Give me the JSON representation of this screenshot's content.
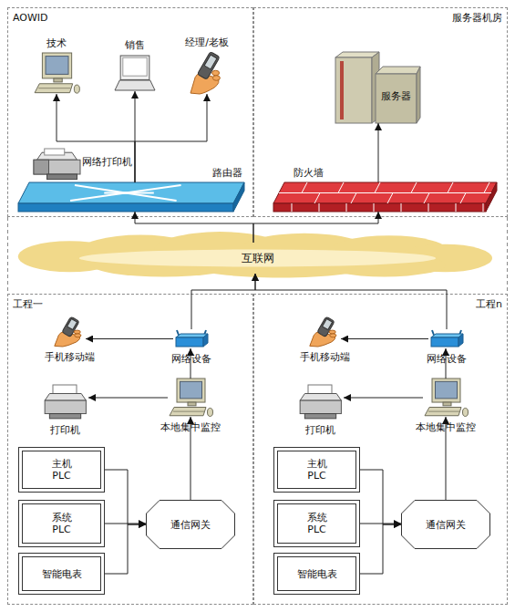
{
  "diagram": {
    "nodes": [
      {
        "text": [
          "AOWID"
        ]
      },
      {
        "text": [
          "技术"
        ],
        "in": 0
      },
      {
        "text": [
          "销售"
        ],
        "in": 0
      },
      {
        "text": [
          "经理/老板"
        ],
        "in": 0
      },
      {
        "text": [
          "网络打印机"
        ],
        "in": 0
      },
      {
        "text": [
          "路由器"
        ],
        "in": 0
      },
      {
        "text": [
          "服务器机房"
        ]
      },
      {
        "text": [
          "服务器"
        ],
        "in": 6
      },
      {
        "text": [
          "防火墙"
        ],
        "in": 6
      },
      {
        "text": [
          "互联网"
        ]
      },
      {
        "text": [
          "工程一"
        ]
      },
      {
        "text": [
          "手机移动端"
        ],
        "in": 10
      },
      {
        "text": [
          "网络设备"
        ],
        "in": 10
      },
      {
        "text": [
          "打印机"
        ],
        "in": 10
      },
      {
        "text": [
          "本地集中监控"
        ],
        "in": 10
      },
      {
        "text": [
          "主机 PLC"
        ],
        "in": 10
      },
      {
        "text": [
          "系统 PLC"
        ],
        "in": 10
      },
      {
        "text": [
          "通信网关"
        ],
        "in": 10
      },
      {
        "text": [
          "智能电表"
        ],
        "in": 10
      },
      {
        "text": [
          "工程n"
        ]
      },
      {
        "text": [
          "手机移动端"
        ],
        "in": 19
      },
      {
        "text": [
          "网络设备"
        ],
        "in": 19
      },
      {
        "text": [
          "打印机"
        ],
        "in": 19
      },
      {
        "text": [
          "本地集中监控"
        ],
        "in": 19
      },
      {
        "text": [
          "主机 PLC"
        ],
        "in": 19
      },
      {
        "text": [
          "系统 PLC"
        ],
        "in": 19
      },
      {
        "text": [
          "通信网关"
        ],
        "in": 19
      },
      {
        "text": [
          "智能电表"
        ],
        "in": 19
      }
    ],
    "edges": [
      {
        "from": 5,
        "to": 1,
        "arrow": "to"
      },
      {
        "from": 5,
        "to": 2,
        "arrow": "to"
      },
      {
        "from": 5,
        "to": 3,
        "arrow": "to"
      },
      {
        "from": 8,
        "to": 7,
        "arrow": "to"
      },
      {
        "from": 9,
        "to": 5,
        "arrow": "to"
      },
      {
        "from": 9,
        "to": 8,
        "arrow": "to"
      },
      {
        "from": 12,
        "to": 9,
        "arrow": "to"
      },
      {
        "from": 12,
        "to": 11,
        "arrow": "to"
      },
      {
        "from": 14,
        "to": 12,
        "arrow": "to"
      },
      {
        "from": 14,
        "to": 13,
        "arrow": "to"
      },
      {
        "from": 15,
        "to": 17,
        "arrow": "to"
      },
      {
        "from": 16,
        "to": 17,
        "arrow": "to"
      },
      {
        "from": 18,
        "to": 17,
        "arrow": "to"
      },
      {
        "from": 17,
        "to": 14,
        "arrow": "to"
      },
      {
        "from": 21,
        "to": 9,
        "arrow": "to"
      },
      {
        "from": 21,
        "to": 20,
        "arrow": "to"
      },
      {
        "from": 23,
        "to": 21,
        "arrow": "to"
      },
      {
        "from": 23,
        "to": 22,
        "arrow": "to"
      },
      {
        "from": 24,
        "to": 26,
        "arrow": "to"
      },
      {
        "from": 25,
        "to": 26,
        "arrow": "to"
      },
      {
        "from": 27,
        "to": 26,
        "arrow": "to"
      },
      {
        "from": 26,
        "to": 23,
        "arrow": "to"
      }
    ]
  }
}
